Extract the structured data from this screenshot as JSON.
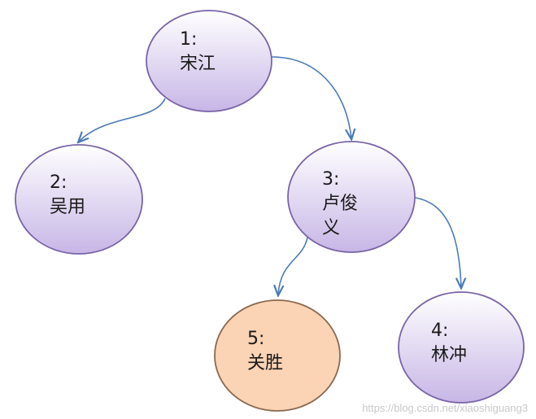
{
  "nodes": [
    {
      "id": "1",
      "text": "1:\n宋江",
      "style": "purple"
    },
    {
      "id": "2",
      "text": "2:\n吴用",
      "style": "purple"
    },
    {
      "id": "3",
      "text": "3:\n卢俊\n义",
      "style": "purple"
    },
    {
      "id": "4",
      "text": "4:\n林冲",
      "style": "purple"
    },
    {
      "id": "5",
      "text": "5:\n关胜",
      "style": "orange"
    }
  ],
  "edges": [
    {
      "from": "1",
      "to": "2"
    },
    {
      "from": "1",
      "to": "3"
    },
    {
      "from": "3",
      "to": "5"
    },
    {
      "from": "3",
      "to": "4"
    }
  ],
  "colors": {
    "purple_fill_top": "#ffffff",
    "purple_fill_bottom": "#c7b6e6",
    "purple_stroke": "#7a64a8",
    "orange_fill": "#fbd3b5",
    "orange_stroke": "#8a6a50",
    "edge": "#4a7ab5"
  },
  "watermark": "https://blog.csdn.net/xiaoshiguang3"
}
